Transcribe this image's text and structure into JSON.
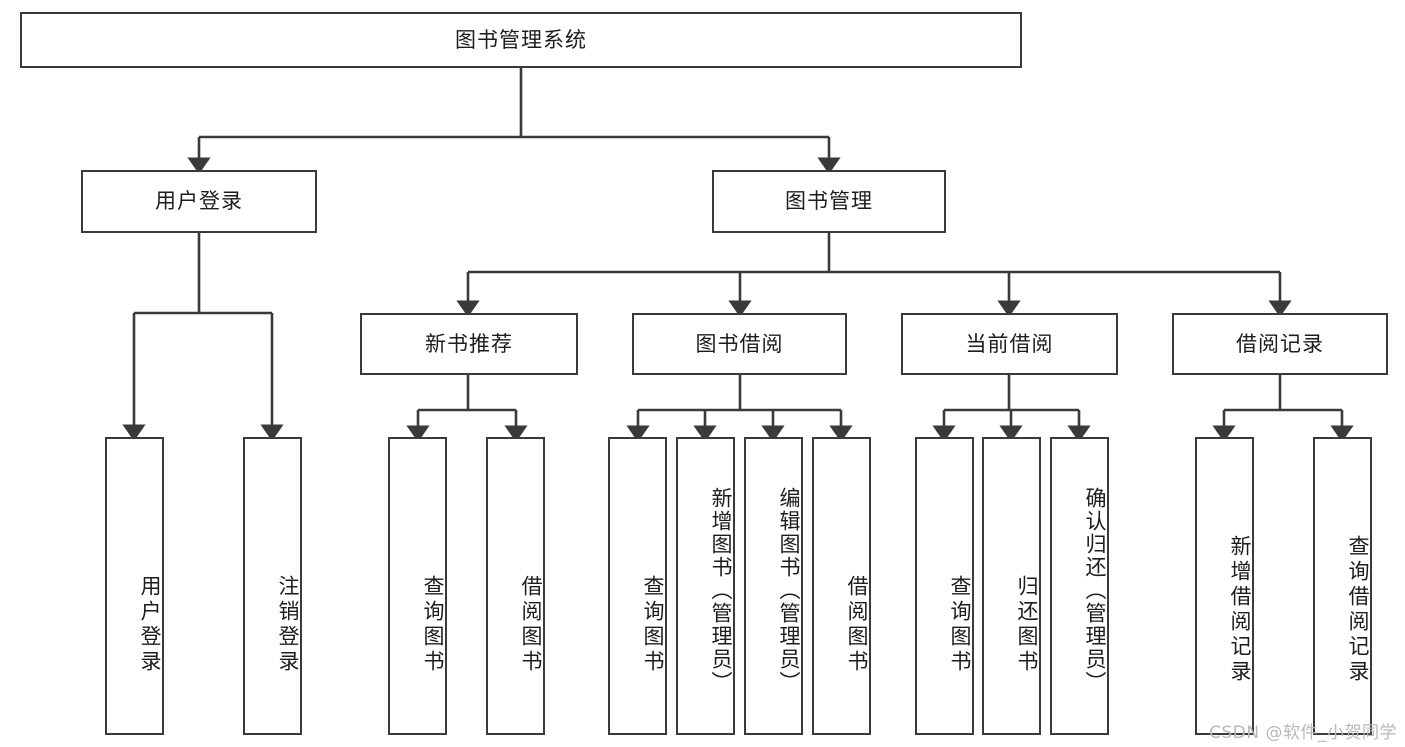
{
  "diagram": {
    "title": "图书管理系统",
    "watermark": "CSDN @软件_小贺同学",
    "root": {
      "label": "图书管理系统"
    },
    "level1": [
      {
        "label": "用户登录"
      },
      {
        "label": "图书管理"
      }
    ],
    "level2": [
      {
        "label": "新书推荐"
      },
      {
        "label": "图书借阅"
      },
      {
        "label": "当前借阅"
      },
      {
        "label": "借阅记录"
      }
    ],
    "leaves": {
      "user_login": [
        {
          "label": "用户登录"
        },
        {
          "label": "注销登录"
        }
      ],
      "new_book_recommend": [
        {
          "label": "查询图书"
        },
        {
          "label": "借阅图书"
        }
      ],
      "book_borrow": [
        {
          "label": "查询图书"
        },
        {
          "label": "新增图书（管理员）"
        },
        {
          "label": "编辑图书（管理员）"
        },
        {
          "label": "借阅图书"
        }
      ],
      "current_borrow": [
        {
          "label": "查询图书"
        },
        {
          "label": "归还图书"
        },
        {
          "label": "确认归还（管理员）"
        }
      ],
      "borrow_record": [
        {
          "label": "新增借阅记录"
        },
        {
          "label": "查询借阅记录"
        }
      ]
    }
  },
  "colors": {
    "stroke": "#3a3a3a",
    "fill": "#ffffff",
    "text": "#1d1d1d",
    "watermark": "#b9b9b9"
  }
}
